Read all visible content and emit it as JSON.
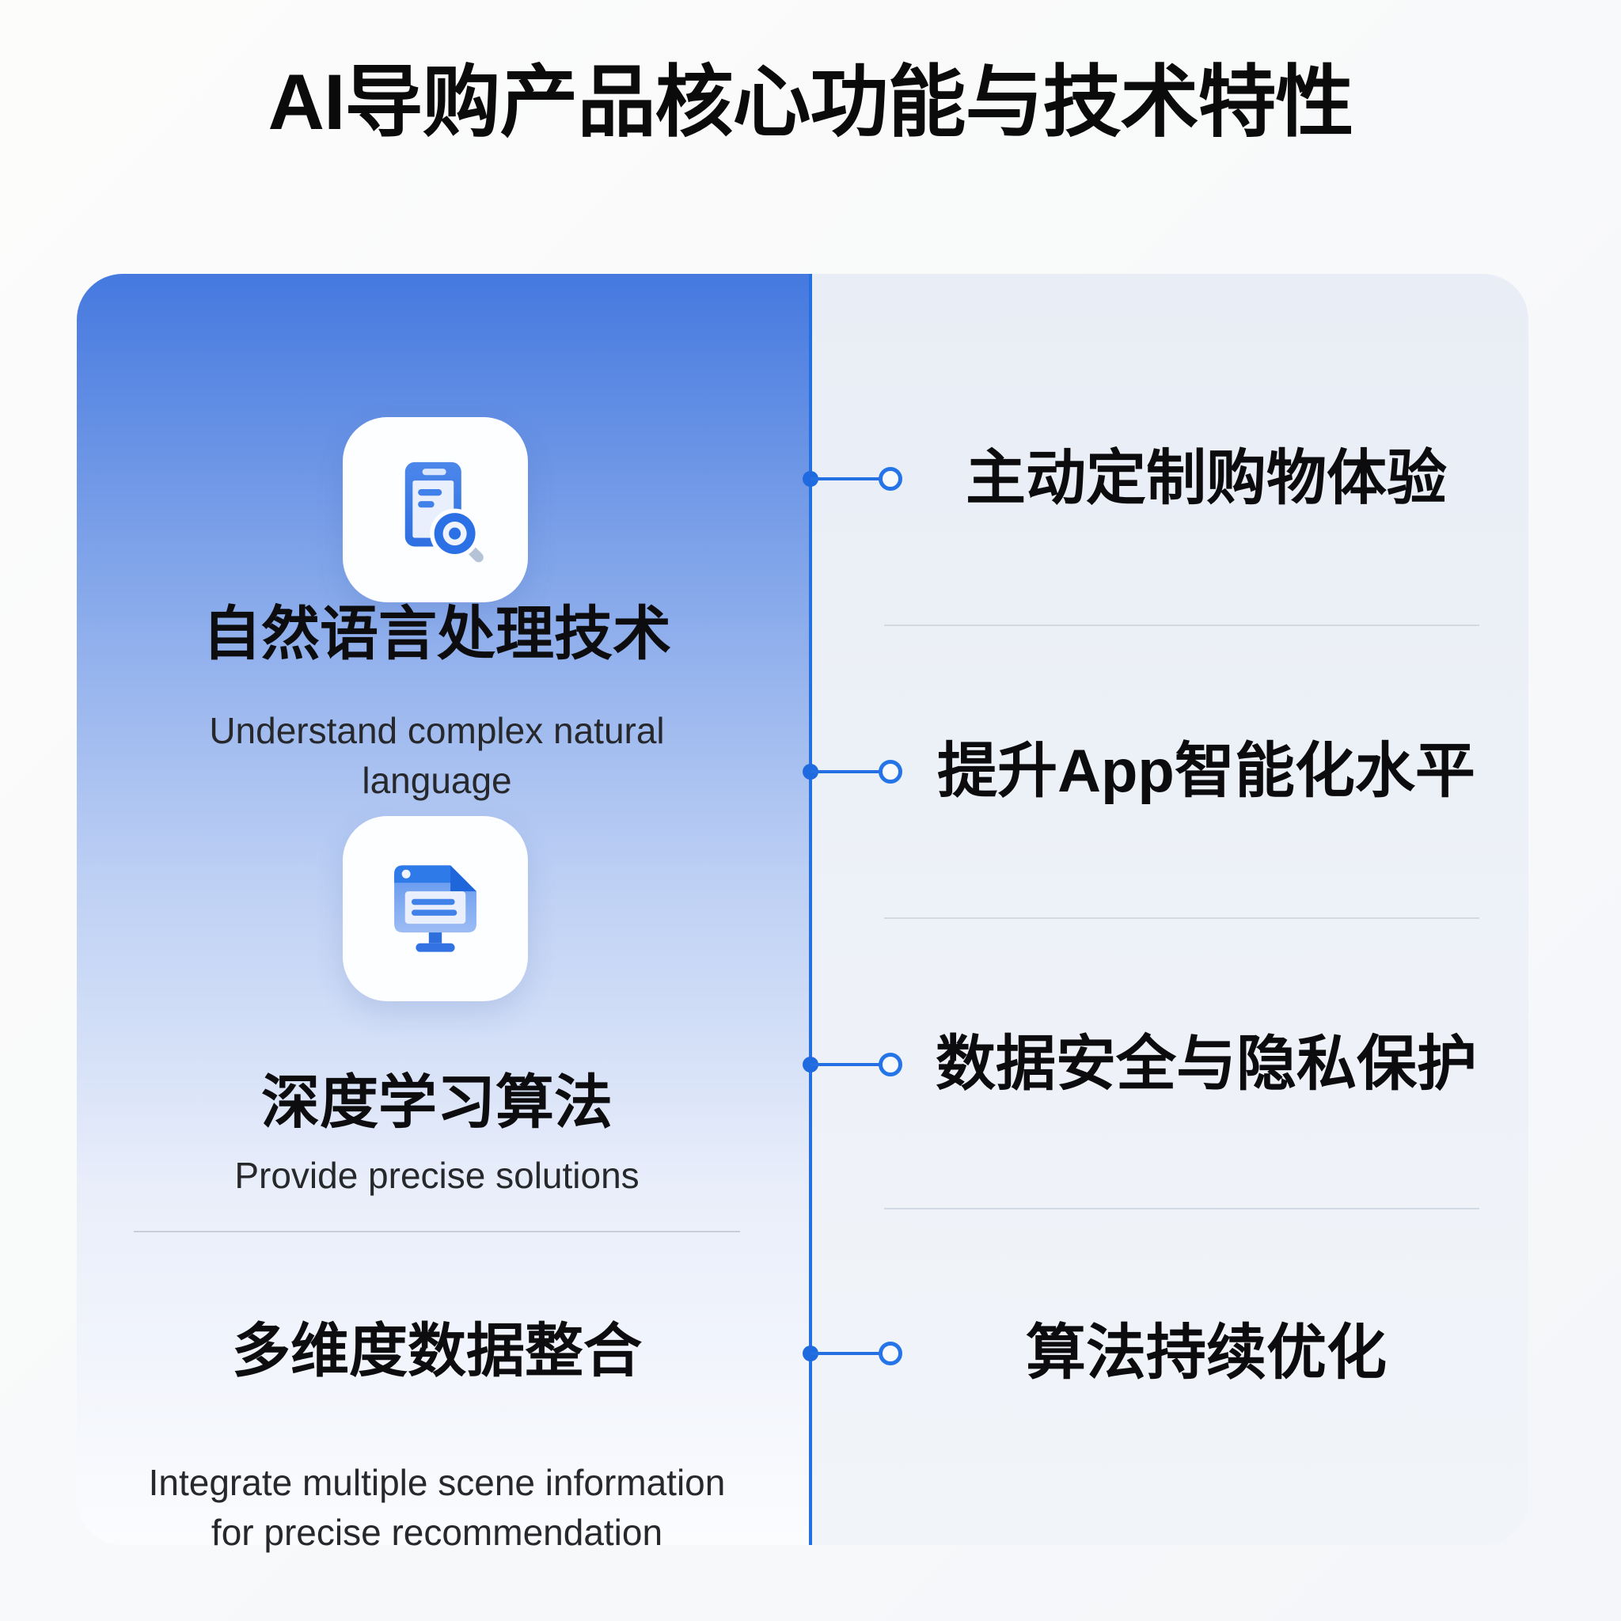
{
  "page": {
    "title": "AI导购产品核心功能与技术特性"
  },
  "colors": {
    "accent_blue": "#2470E3",
    "left_panel_top": "#4579DF",
    "left_panel_bottom": "#FBFCFE",
    "right_panel_bg": "#EDF1F7",
    "node_stroke": "#2575E8",
    "separator": "#D3D9E2",
    "title_text": "#0B0B0C"
  },
  "left_features": [
    {
      "icon": "clipboard-search-icon",
      "heading": "自然语言处理技术",
      "subtitle": "Understand complex natural\nlanguage"
    },
    {
      "icon": "monitor-document-icon",
      "heading": "深度学习算法",
      "subtitle": "Provide precise solutions"
    },
    {
      "icon": "none",
      "heading": "多维度数据整合",
      "subtitle": "Integrate multiple scene information\nfor precise recommendation"
    }
  ],
  "right_items": [
    {
      "label": "主动定制购物体验"
    },
    {
      "label": "提升App智能化水平"
    },
    {
      "label": "数据安全与隐私保护"
    },
    {
      "label": "算法持续优化"
    }
  ]
}
